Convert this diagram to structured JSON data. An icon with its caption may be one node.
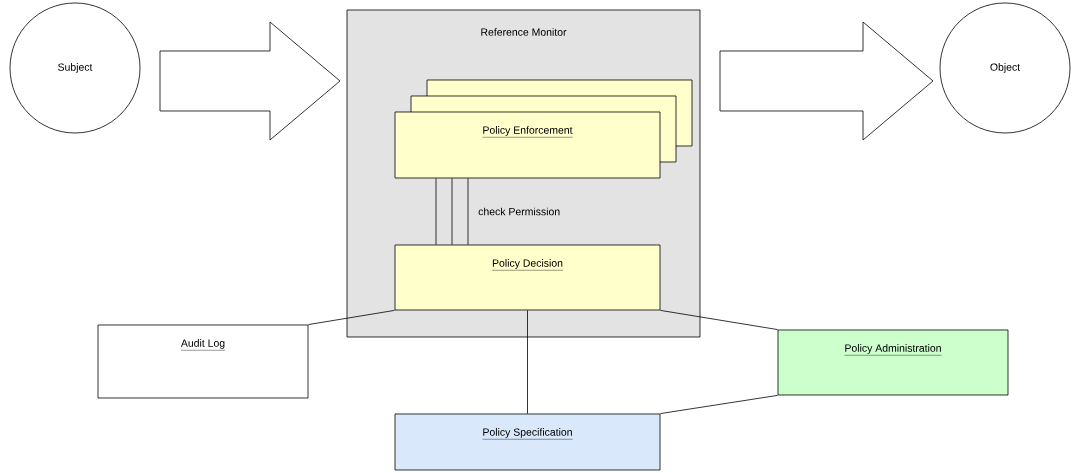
{
  "diagram": {
    "nodes": [
      {
        "text": [
          "Reference Monitor"
        ]
      },
      {
        "text": [
          "Subject"
        ]
      },
      {
        "text": [
          "Object"
        ]
      },
      {
        "text": [
          "Policy Enforcement"
        ],
        "in": 0
      },
      {
        "text": [
          "Policy Decision"
        ],
        "in": 0
      },
      {
        "text": [
          "Audit Log"
        ]
      },
      {
        "text": [
          "Policy Administration"
        ]
      },
      {
        "text": [
          "Policy Specification"
        ]
      }
    ],
    "edges": [
      {
        "from": 1,
        "to": 0,
        "arrow": "to"
      },
      {
        "from": 0,
        "to": 2,
        "arrow": "to"
      },
      {
        "from": 3,
        "to": 4,
        "arrow": "none",
        "label": "check Permission"
      },
      {
        "from": 4,
        "to": 5,
        "arrow": "none"
      },
      {
        "from": 4,
        "to": 6,
        "arrow": "none"
      },
      {
        "from": 4,
        "to": 7,
        "arrow": "none"
      },
      {
        "from": 6,
        "to": 7,
        "arrow": "none"
      }
    ]
  }
}
